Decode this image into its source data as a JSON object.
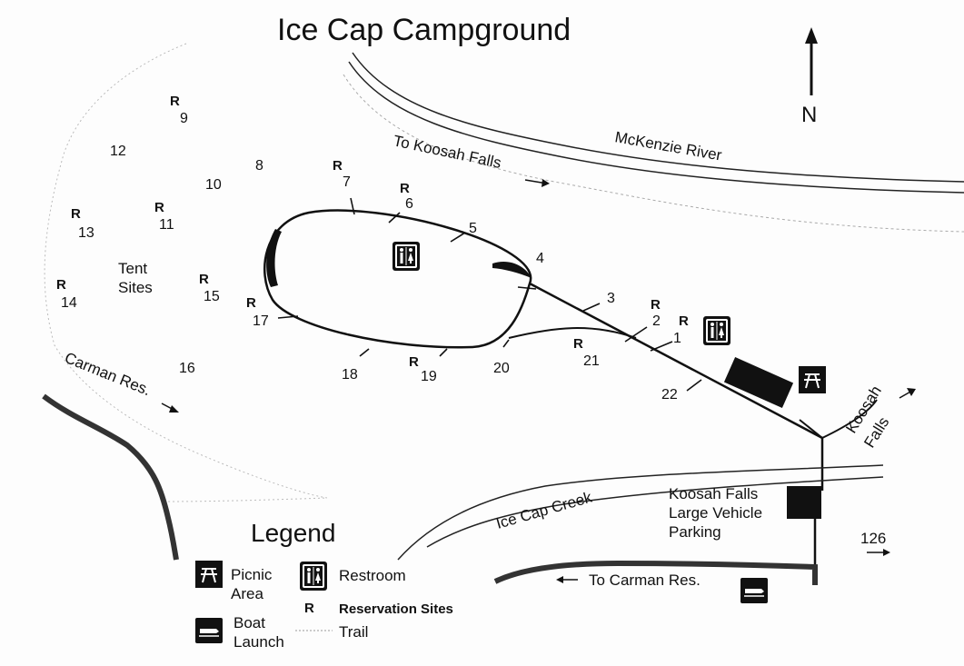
{
  "title": "Ice Cap Campground",
  "north": "N",
  "labels": {
    "mckenzie_river": "McKenzie River",
    "to_koosah_falls": "To Koosah Falls",
    "carman_res": "Carman Res.",
    "tent_sites": [
      "Tent",
      "Sites"
    ],
    "ice_cap_creek": "Ice Cap Creek",
    "koosah_falls": [
      "Koosah",
      "Falls"
    ],
    "parking": [
      "Koosah Falls",
      "Large Vehicle",
      "Parking"
    ],
    "highway": "126",
    "to_carman_res": "To Carman Res."
  },
  "sites": [
    {
      "id": "site-1",
      "num": "1",
      "reserved": true
    },
    {
      "id": "site-2",
      "num": "2",
      "reserved": true
    },
    {
      "id": "site-3",
      "num": "3",
      "reserved": false
    },
    {
      "id": "site-4",
      "num": "4",
      "reserved": false
    },
    {
      "id": "site-5",
      "num": "5",
      "reserved": false
    },
    {
      "id": "site-6",
      "num": "6",
      "reserved": true
    },
    {
      "id": "site-7",
      "num": "7",
      "reserved": true
    },
    {
      "id": "site-8",
      "num": "8",
      "reserved": false
    },
    {
      "id": "site-9",
      "num": "9",
      "reserved": true
    },
    {
      "id": "site-10",
      "num": "10",
      "reserved": false
    },
    {
      "id": "site-11",
      "num": "11",
      "reserved": true
    },
    {
      "id": "site-12",
      "num": "12",
      "reserved": false
    },
    {
      "id": "site-13",
      "num": "13",
      "reserved": true
    },
    {
      "id": "site-14",
      "num": "14",
      "reserved": true
    },
    {
      "id": "site-15",
      "num": "15",
      "reserved": true
    },
    {
      "id": "site-16",
      "num": "16",
      "reserved": false
    },
    {
      "id": "site-17",
      "num": "17",
      "reserved": true
    },
    {
      "id": "site-18",
      "num": "18",
      "reserved": false
    },
    {
      "id": "site-19",
      "num": "19",
      "reserved": true
    },
    {
      "id": "site-20",
      "num": "20",
      "reserved": false
    },
    {
      "id": "site-21",
      "num": "21",
      "reserved": true
    },
    {
      "id": "site-22",
      "num": "22",
      "reserved": false
    }
  ],
  "reservation_marker": "R",
  "legend": {
    "title": "Legend",
    "picnic": [
      "Picnic",
      "Area"
    ],
    "restroom": "Restroom",
    "reservation": "Reservation Sites",
    "boat": [
      "Boat",
      "Launch"
    ],
    "trail": "Trail"
  },
  "icons": {
    "picnic": "picnic-table-icon",
    "restroom": "restroom-icon",
    "boat": "boat-launch-icon",
    "north": "north-arrow-icon"
  }
}
